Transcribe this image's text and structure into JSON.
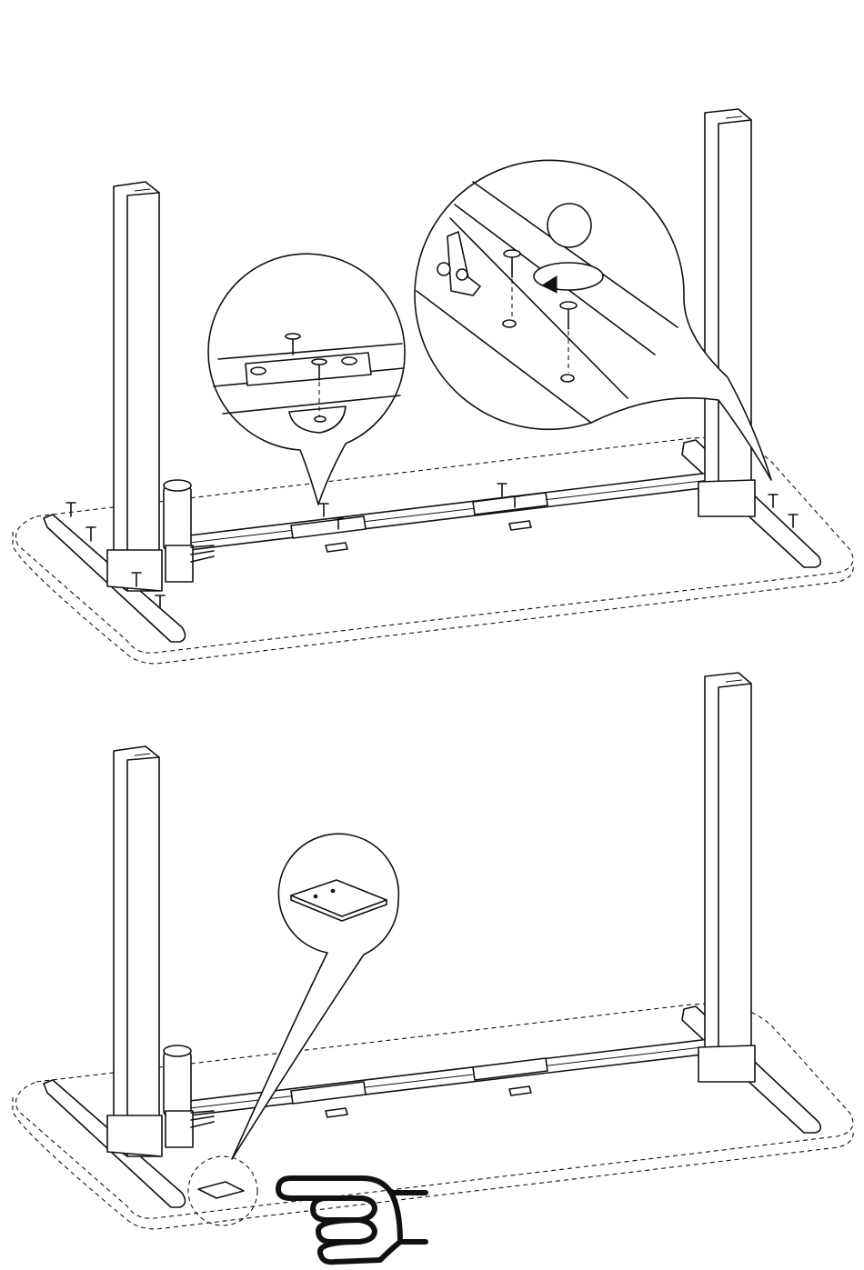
{
  "figure": {
    "top_step": {
      "callout_left": {
        "content": "screw-into-crossbar-bracket"
      },
      "callout_right": {
        "content": "screw-into-foot-bracket",
        "marker_label": ""
      }
    },
    "bottom_step": {
      "callout": {
        "content": "adhesive-pad"
      },
      "hand_icon": "pointing-hand-icon"
    }
  },
  "colors": {
    "ink": "#111111",
    "paper": "#ffffff"
  }
}
